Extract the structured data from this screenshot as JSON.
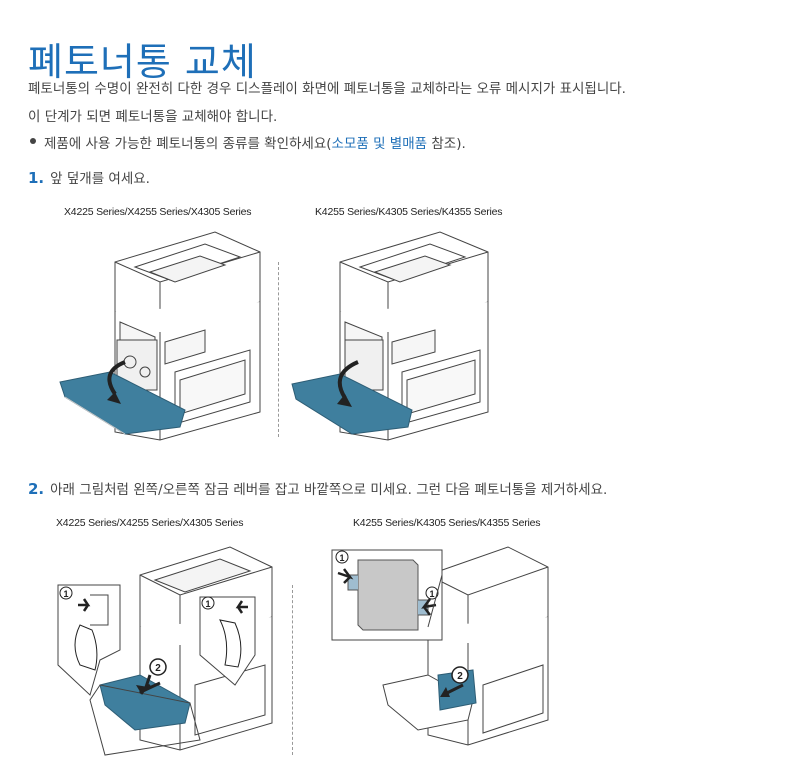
{
  "page": {
    "title": "폐토너통 교체",
    "intro_line1": "폐토너통의 수명이 완전히 다한 경우 디스플레이 화면에 폐토너통을 교체하라는 오류 메시지가 표시됩니다.",
    "intro_line2": "이 단계가 되면 폐토너통을 교체해야 합니다.",
    "bullet_prefix": "제품에 사용 가능한 폐토너통의 종류를 확인하세요(",
    "bullet_link": "소모품 및 별매품",
    "bullet_suffix": " 참조)."
  },
  "steps": [
    {
      "number": "1.",
      "text": "앞 덮개를 여세요.",
      "figures": [
        {
          "caption": "X4225 Series/X4255 Series/X4305 Series"
        },
        {
          "caption": "K4255 Series/K4305 Series/K4355 Series"
        }
      ]
    },
    {
      "number": "2.",
      "text": "아래 그림처럼 왼쪽/오른쪽 잠금 레버를 잡고 바깥쪽으로 미세요. 그런 다음 폐토너통을 제거하세요.",
      "figures": [
        {
          "caption": "X4225 Series/X4255 Series/X4305 Series",
          "callouts": [
            "1",
            "1",
            "2"
          ]
        },
        {
          "caption": "K4255 Series/K4305 Series/K4355 Series",
          "callouts": [
            "1",
            "1",
            "2"
          ]
        }
      ]
    }
  ],
  "colors": {
    "accent": "#1e6fb8",
    "tray": "#3f7f9e",
    "line": "#444444"
  }
}
